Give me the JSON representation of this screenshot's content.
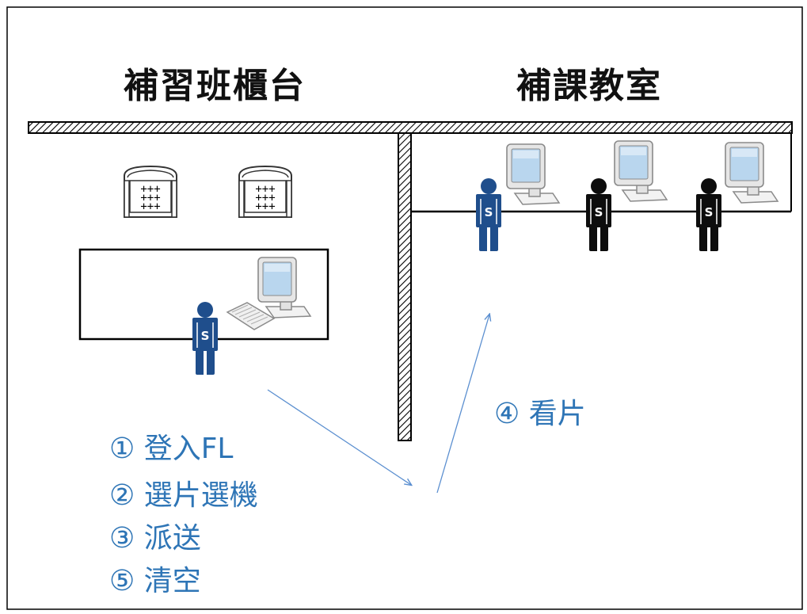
{
  "titles": {
    "counter": "補習班櫃台",
    "classroom": "補課教室"
  },
  "person_badge": "S",
  "steps": {
    "s1": "① 登入FL",
    "s2": "② 選片選機",
    "s3": "③ 派送",
    "s5": "⑤ 清空",
    "s4": "④ 看片"
  },
  "colors": {
    "staff_blue": "#1f4e8c",
    "student_black": "#0d0d0d",
    "step_text": "#2e75b6",
    "arrow": "#5b8fd0",
    "monitor_screen": "#b9d6ee"
  }
}
